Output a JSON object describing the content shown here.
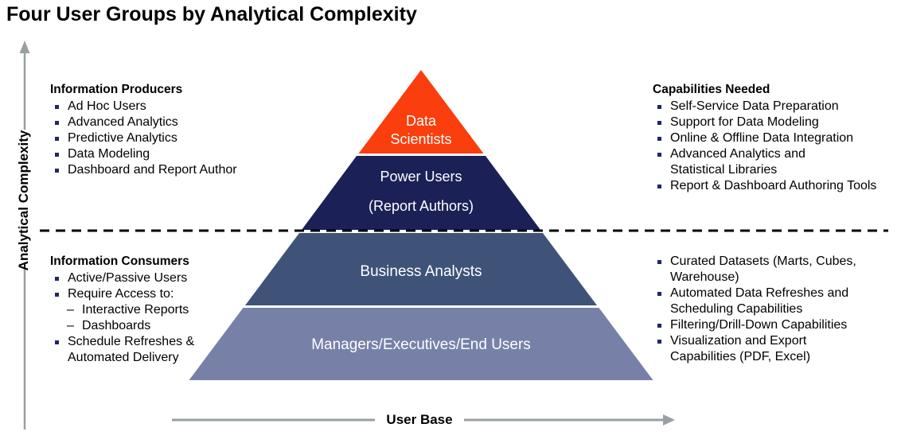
{
  "title": "Four User Groups by Analytical Complexity",
  "colors": {
    "arrow": "#9AA0A2",
    "divider": "#000000",
    "bullet": "#1F2864",
    "level_text": "#FFFFFF"
  },
  "axis": {
    "vertical_label": "Analytical Complexity",
    "horizontal_label": "User Base"
  },
  "pyramid": {
    "levels": [
      {
        "label": "Data\nScientists",
        "color": "#FA3E0D"
      },
      {
        "label": "Power Users",
        "sublabel": "(Report Authors)",
        "color": "#1B2157"
      },
      {
        "label": "Business Analysts",
        "color": "#3E5377"
      },
      {
        "label": "Managers/Executives/End Users",
        "color": "#7781A8"
      }
    ]
  },
  "blocks": {
    "left_top": {
      "heading": "Information Producers",
      "items": [
        "Ad Hoc Users",
        "Advanced Analytics",
        "Predictive Analytics",
        "Data Modeling",
        "Dashboard and Report Author"
      ]
    },
    "left_bottom": {
      "heading": "Information Consumers",
      "items": [
        "Active/Passive Users",
        "Require Access to:",
        "Interactive Reports",
        "Dashboards",
        "Schedule Refreshes &\nAutomated Delivery"
      ]
    },
    "right_top": {
      "heading": "Capabilities Needed",
      "items": [
        "Self-Service Data Preparation",
        "Support for Data Modeling",
        "Online & Offline Data Integration",
        "Advanced Analytics and\nStatistical Libraries",
        "Report & Dashboard Authoring Tools"
      ]
    },
    "right_bottom": {
      "items": [
        "Curated Datasets (Marts, Cubes,\nWarehouse)",
        "Automated Data Refreshes and\nScheduling Capabilities",
        "Filtering/Drill-Down Capabilities",
        "Visualization and Export\nCapabilities (PDF, Excel)"
      ]
    }
  }
}
